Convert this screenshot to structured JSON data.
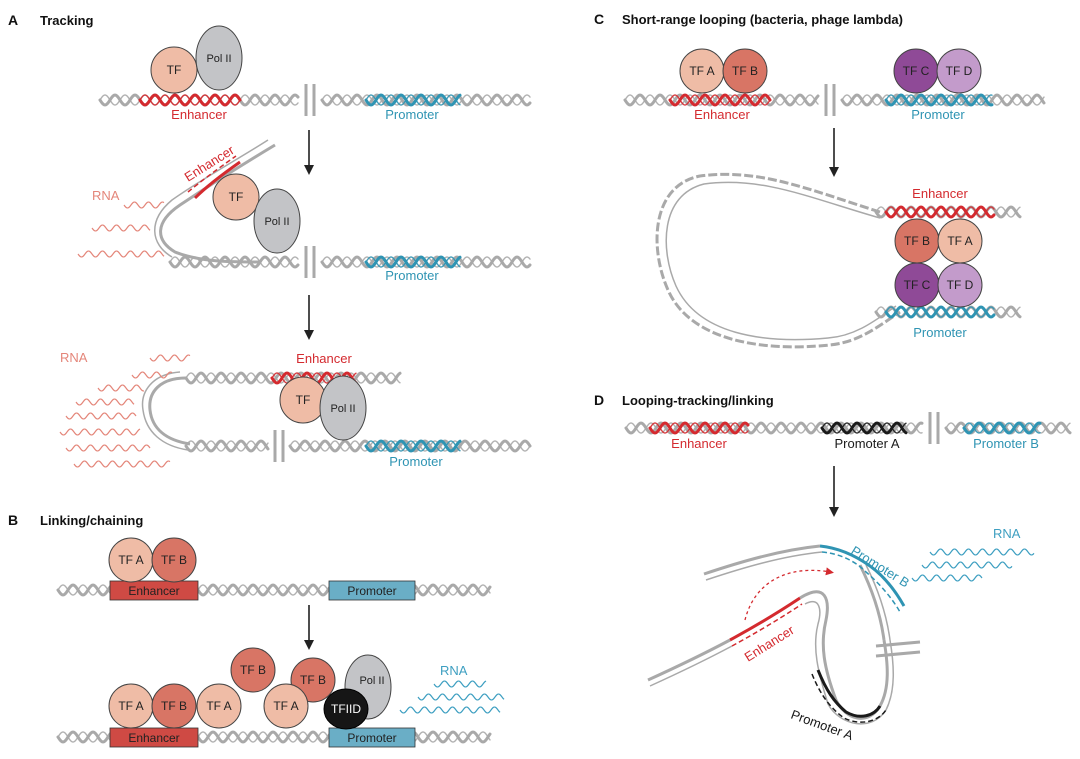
{
  "colors": {
    "dna": "#a9a9a9",
    "enhancer": "#d42a2f",
    "promoter": "#2f94b3",
    "promoterA": "#1a1a1a",
    "tf_light": "#efbca6",
    "tf_med": "#d87565",
    "tf_dark": "#8f4a97",
    "tf_lilac": "#c39bcb",
    "pol": "#c3c4c7",
    "tfiid": "#161616",
    "enh_box": "#cf4a44",
    "pro_box": "#6aaec6",
    "rna_red": "#e4867a",
    "rna_blue": "#3e9fc1"
  },
  "panelA": {
    "letter": "A",
    "title": "Tracking",
    "enhancer": "Enhancer",
    "promoter": "Promoter",
    "tf": "TF",
    "pol": "Pol II",
    "rna": "RNA"
  },
  "panelB": {
    "letter": "B",
    "title": "Linking/chaining",
    "enhancer": "Enhancer",
    "promoter": "Promoter",
    "tfa": "TF A",
    "tfb": "TF B",
    "tfiid": "TFIID",
    "pol": "Pol II",
    "rna": "RNA"
  },
  "panelC": {
    "letter": "C",
    "title": "Short-range looping (bacteria, phage lambda)",
    "enhancer": "Enhancer",
    "promoter": "Promoter",
    "tfa": "TF A",
    "tfb": "TF B",
    "tfc": "TF C",
    "tfd": "TF D"
  },
  "panelD": {
    "letter": "D",
    "title": "Looping-tracking/linking",
    "enhancer": "Enhancer",
    "promoterA": "Promoter A",
    "promoterB": "Promoter B",
    "rna": "RNA"
  }
}
